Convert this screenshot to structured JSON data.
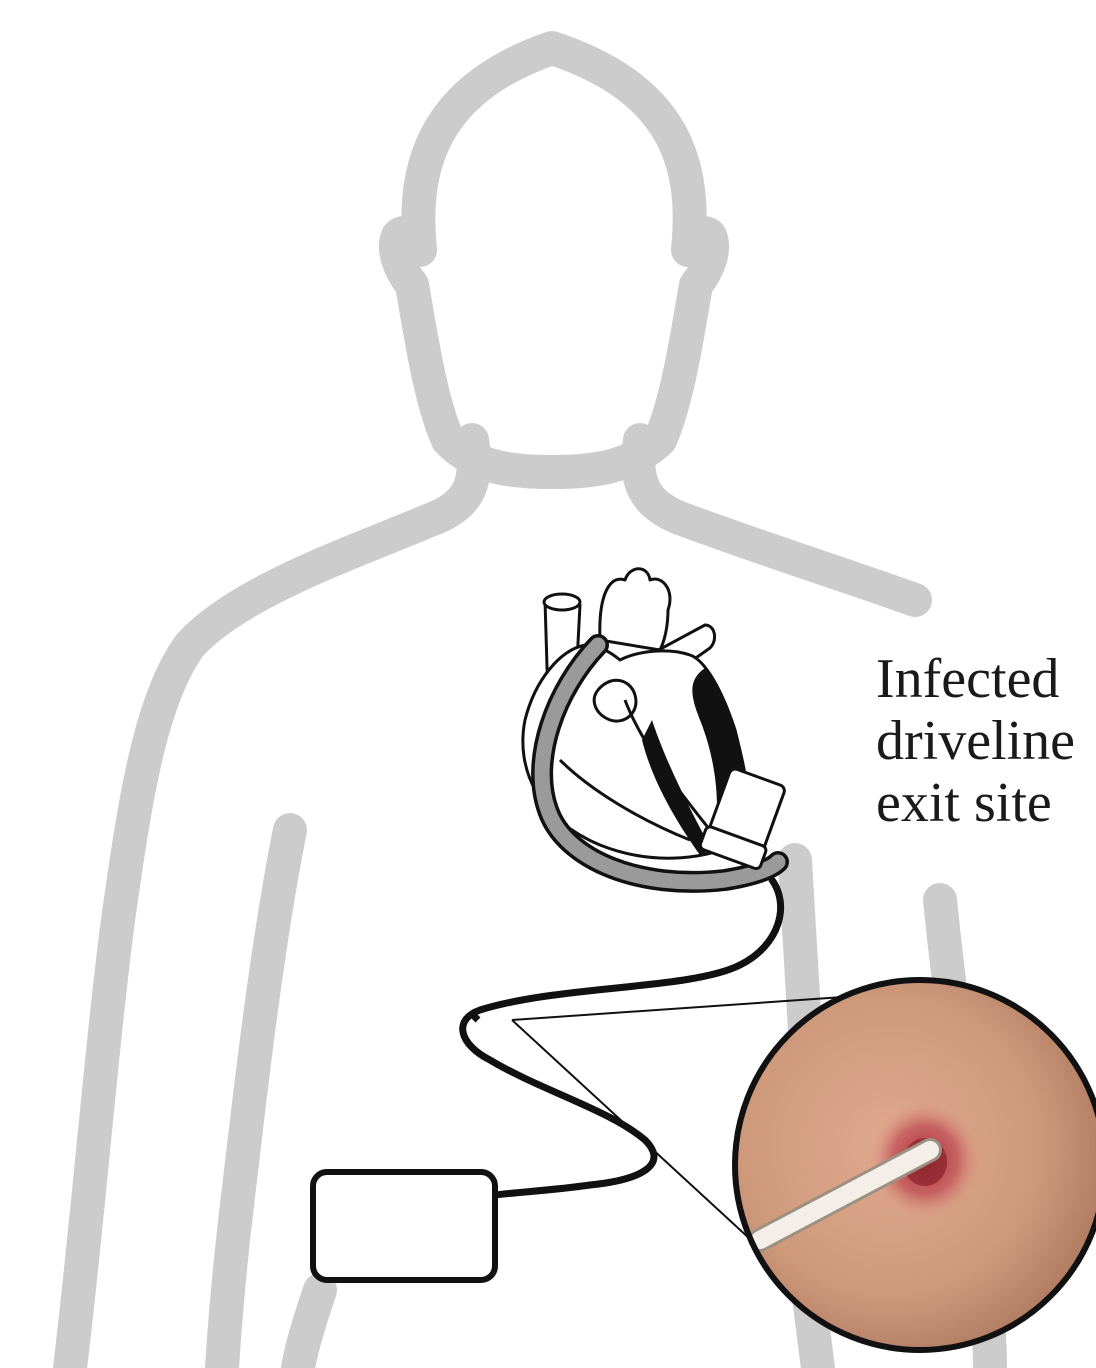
{
  "annotation": {
    "lines": [
      "Infected",
      "driveline",
      "exit site"
    ]
  },
  "colors": {
    "body_outline": "#cccccc",
    "ink": "#111111",
    "cannula": "#9a9a9a",
    "skin_light": "#e2b59a",
    "skin_dark": "#c0876a",
    "wound": "#b8383c"
  },
  "figure": {
    "elements": [
      "human-body-outline",
      "heart-icon",
      "inflow-cannula",
      "pump-housing",
      "driveline",
      "external-controller",
      "magnified-exit-site-photo"
    ]
  }
}
